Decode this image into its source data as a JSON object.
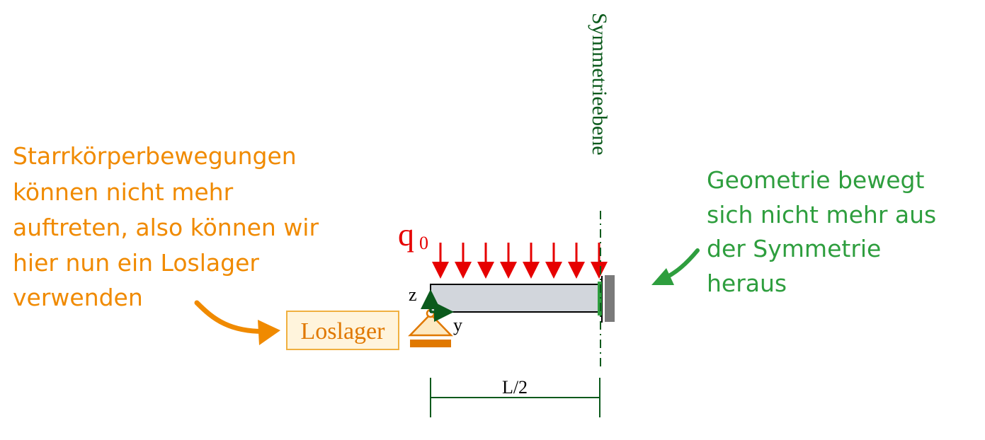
{
  "annotations": {
    "left_note": [
      "Starrkörperbewegungen",
      "können nicht mehr",
      "auftreten, also können wir",
      "hier nun ein Loslager",
      "verwenden"
    ],
    "right_note": [
      "Geometrie bewegt",
      "sich nicht mehr aus",
      "der Symmetrie",
      "heraus"
    ]
  },
  "labels": {
    "symmetry_plane": "Symmetrieebene",
    "load_symbol": "q",
    "load_subscript": "0",
    "support_label": "Loslager",
    "axis_z": "z",
    "axis_y": "y",
    "dimension": "L/2"
  },
  "colors": {
    "orange_note": "#f08a00",
    "green_note": "#2e9e3e",
    "load_red": "#e60000",
    "dark_green": "#0b5a1c",
    "beam_fill": "#d2d6dc",
    "support_orange": "#e07800",
    "support_box_fill": "#fff4dc",
    "clamp_gray": "#7a7a7a"
  }
}
